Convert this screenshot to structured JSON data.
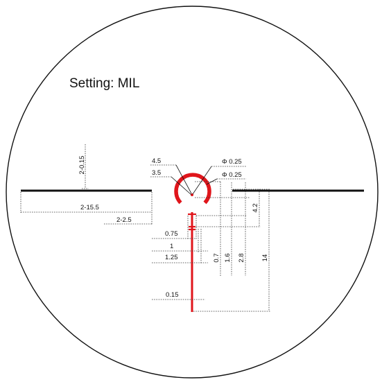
{
  "title": "Setting: MIL",
  "colors": {
    "reticle_red": "#e0151b",
    "post_black": "#111111",
    "outline": "#111111"
  },
  "dimensions": {
    "top_gap": "2-0.15",
    "post_length": "2-15.5",
    "post_gap": "2-2.5",
    "ring_outer": "4.5",
    "ring_inner": "3.5",
    "center_dot": "Φ 0.25",
    "ring_dot": "Φ 0.25",
    "tick_075": "0.75",
    "tick_1": "1",
    "tick_125": "1.25",
    "line_width": "0.15",
    "v_07": "0.7",
    "v_16": "1.6",
    "v_28": "2.8",
    "v_42": "4.2",
    "v_14": "14"
  }
}
